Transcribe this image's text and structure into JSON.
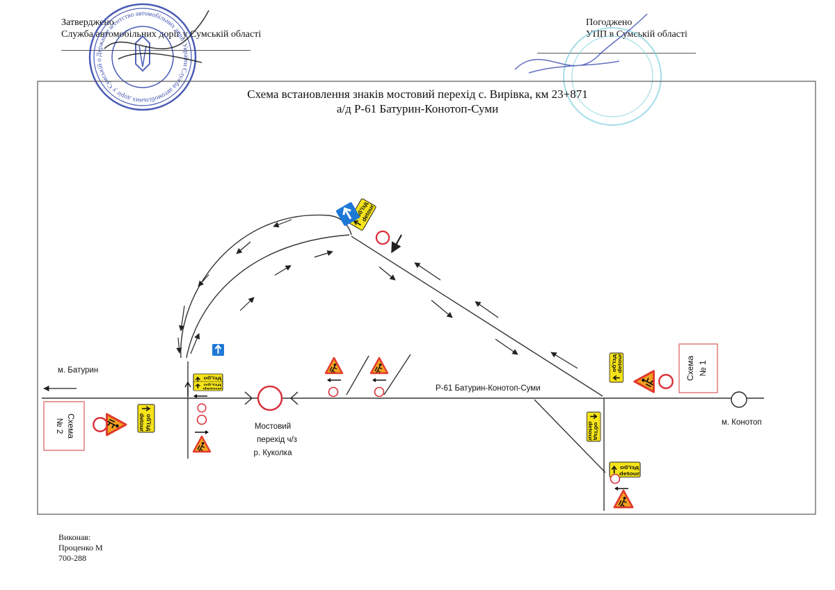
{
  "header": {
    "approved_label": "Затверджено",
    "approved_org": "Служба автомобільних доріг у Сумській області",
    "agreed_label": "Погоджено",
    "agreed_org": "УПП в Сумській області"
  },
  "stamp_text": "Державне агентство автомобільних доріг України Служба автомобільних доріг у Сумській області Україна",
  "title_line1": "Схема встановлення знаків мостовий перехід с. Вирівка, км 23+871",
  "title_line2": "а/д Р-61  Батурин-Конотоп-Суми",
  "labels": {
    "baturyn": "м. Батурин",
    "konotop": "м. Конотоп",
    "road": "Р-61 Батурин-Конотоп-Суми",
    "bridge_line1": "Мостовий",
    "bridge_line2": "перехід  ч/з",
    "bridge_line3": "р. Куколка"
  },
  "detour_sign": {
    "ua": "об'їзд",
    "en": "detour"
  },
  "scheme_boxes": {
    "left": {
      "line1": "Схема",
      "line2": "№ 2"
    },
    "right": {
      "line1": "Схема",
      "line2": "№ 1"
    }
  },
  "footer": {
    "label": "Виконав:",
    "name": "Проценко М",
    "phone": "700-288"
  },
  "colors": {
    "sign_yellow": "#f5e31a",
    "sign_blue": "#1e78d6",
    "prohibition_red": "#d9303a",
    "warning_red": "#e03a2c",
    "warning_orange": "#f0a020",
    "scheme_box_border": "#e07070",
    "stamp_blue": "#2a3ea8",
    "stamp_cyan": "#7fcfe0"
  },
  "icons": {
    "detour": "detour-sign-icon",
    "direction": "direction-arrow-sign-icon",
    "roadworks": "roadworks-warning-sign-icon",
    "no_entry": "no-entry-sign-icon",
    "settlement": "settlement-circle-icon"
  }
}
